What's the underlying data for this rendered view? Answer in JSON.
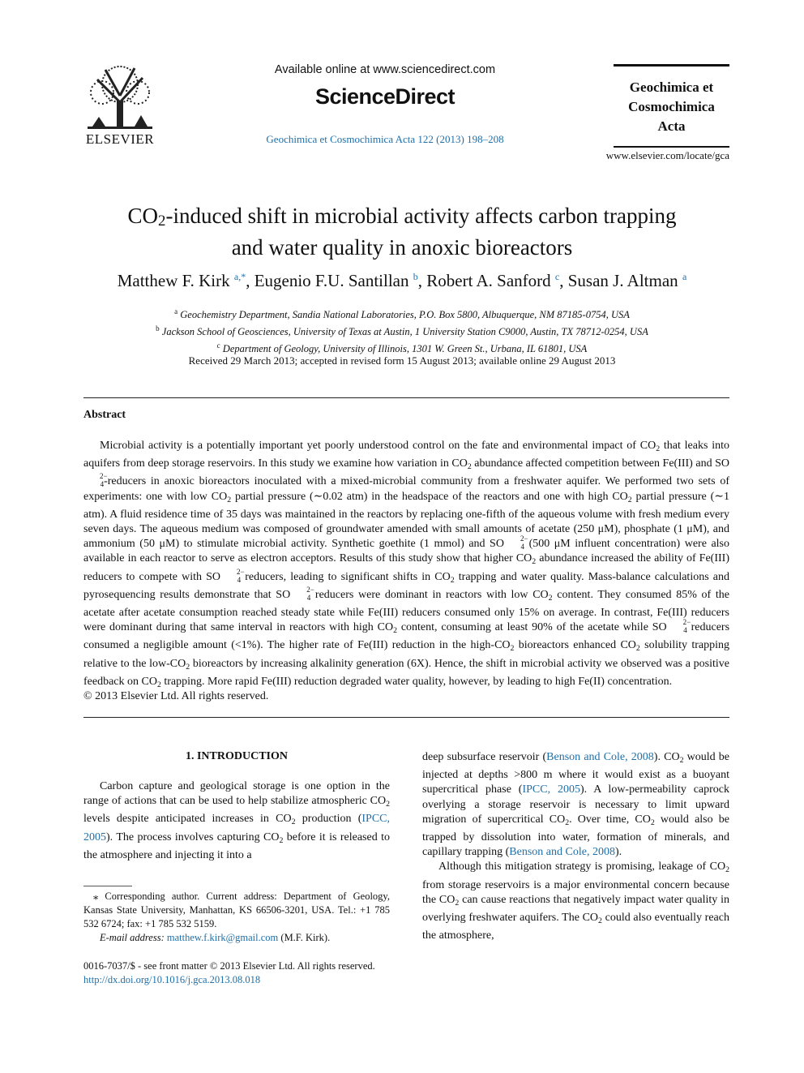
{
  "header": {
    "publisher": "ELSEVIER",
    "available_online": "Available online at www.sciencedirect.com",
    "platform": "ScienceDirect",
    "journal_reference": "Geochimica et Cosmochimica Acta 122 (2013) 198–208",
    "journal_name_lines": [
      "Geochimica et",
      "Cosmochimica",
      "Acta"
    ],
    "journal_url": "www.elsevier.com/locate/gca"
  },
  "article": {
    "title_line1_pre": "CO",
    "title_line1_sub": "2",
    "title_line1_post": "-induced shift in microbial activity affects carbon trapping",
    "title_line2": "and water quality in anoxic bioreactors",
    "authors": [
      {
        "name": "Matthew F. Kirk",
        "sup": "a,*"
      },
      {
        "name": "Eugenio F.U. Santillan",
        "sup": "b"
      },
      {
        "name": "Robert A. Sanford",
        "sup": "c"
      },
      {
        "name": "Susan J. Altman",
        "sup": "a"
      }
    ],
    "affiliations": [
      {
        "mark": "a",
        "text": "Geochemistry Department, Sandia National Laboratories, P.O. Box 5800, Albuquerque, NM 87185-0754, USA"
      },
      {
        "mark": "b",
        "text": "Jackson School of Geosciences, University of Texas at Austin, 1 University Station C9000, Austin, TX 78712-0254, USA"
      },
      {
        "mark": "c",
        "text": "Department of Geology, University of Illinois, 1301 W. Green St., Urbana, IL 61801, USA"
      }
    ],
    "dates": "Received 29 March 2013; accepted in revised form 15 August 2013; available online 29 August 2013"
  },
  "abstract": {
    "heading": "Abstract",
    "copyright": "© 2013 Elsevier Ltd. All rights reserved."
  },
  "introduction": {
    "heading": "1. INTRODUCTION"
  },
  "footnote": {
    "email_label": "E-mail address:",
    "email": "matthew.f.kirk@gmail.com",
    "email_suffix": "(M.F. Kirk)."
  },
  "footer": {
    "issn": "0016-7037/$ - see front matter © 2013 Elsevier Ltd. All rights reserved.",
    "doi": "http://dx.doi.org/10.1016/j.gca.2013.08.018"
  }
}
